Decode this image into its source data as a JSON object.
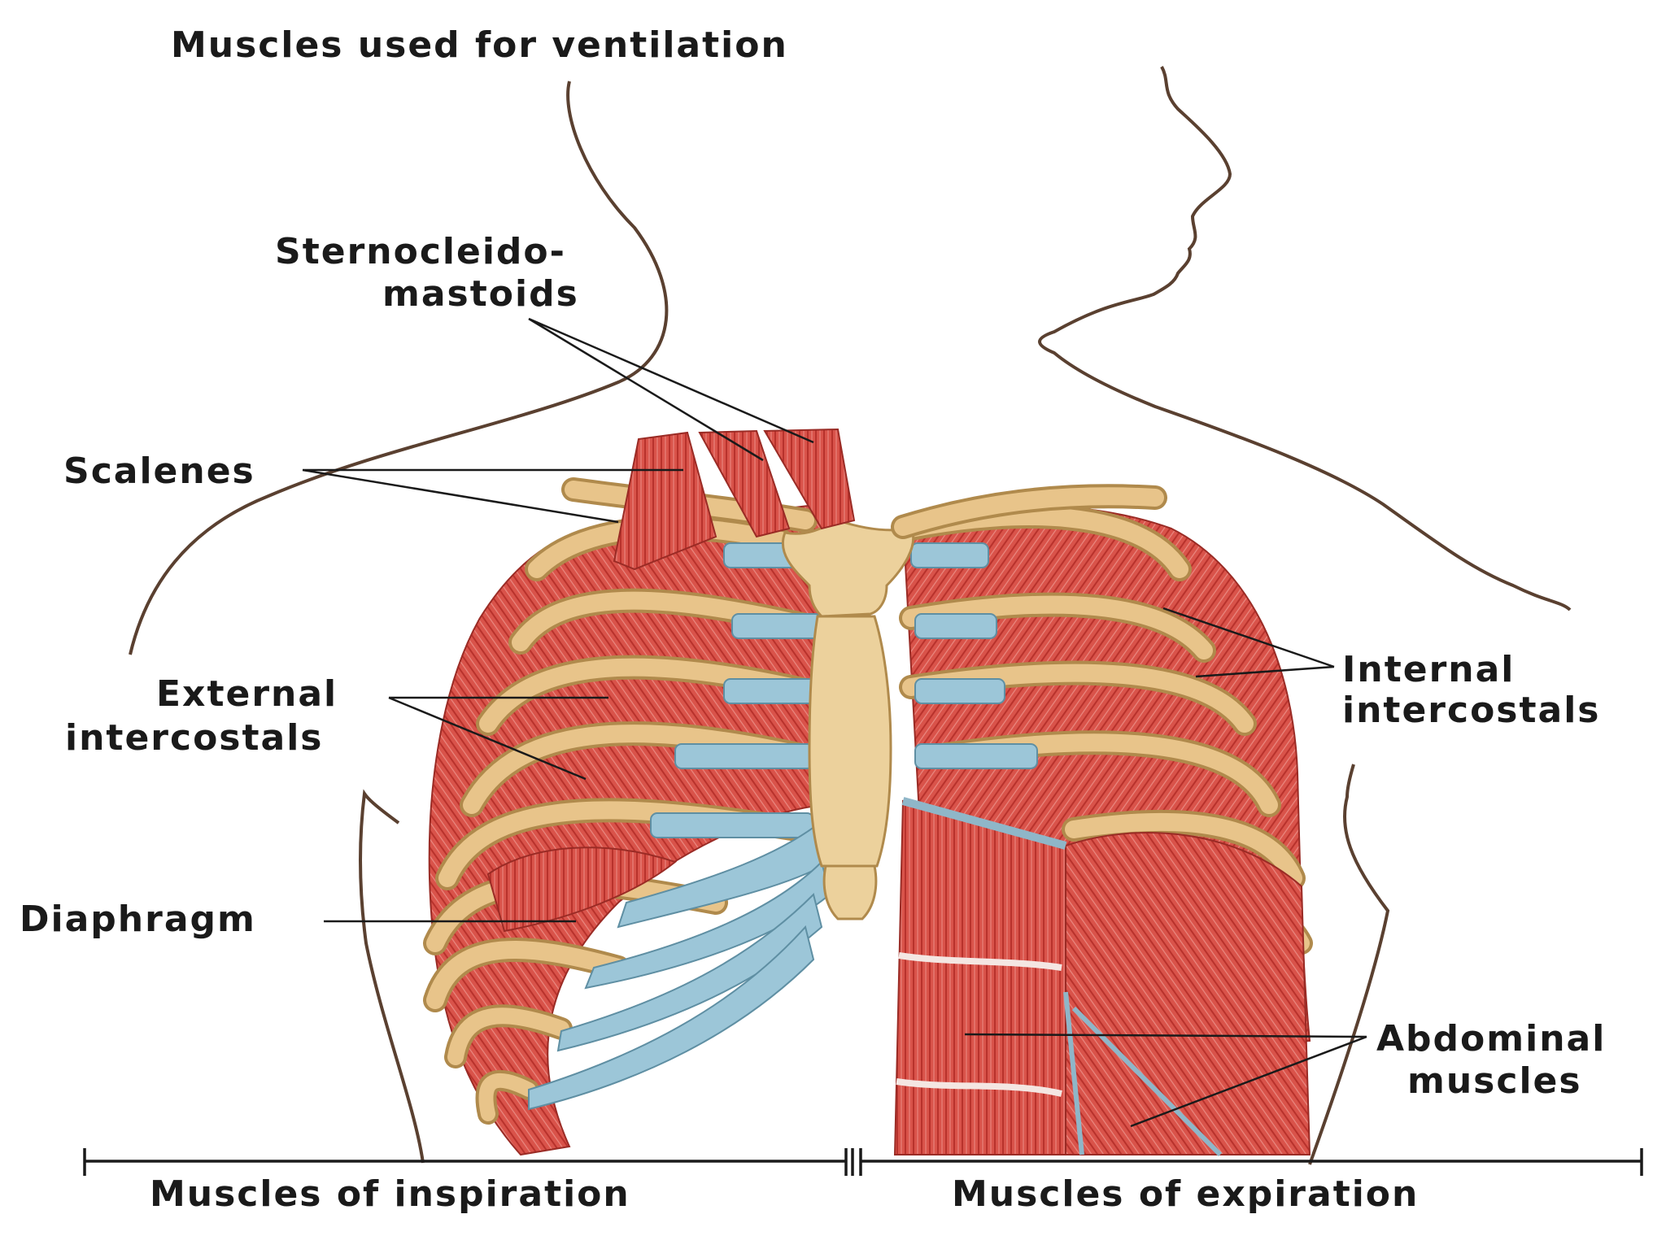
{
  "title": "Muscles used for ventilation",
  "labels": {
    "sternocleidomastoids_line1": "Sternocleido-",
    "sternocleidomastoids_line2": "mastoids",
    "scalenes": "Scalenes",
    "external_intercostals_line1": "External",
    "external_intercostals_line2": "intercostals",
    "diaphragm": "Diaphragm",
    "internal_intercostals_line1": "Internal",
    "internal_intercostals_line2": "intercostals",
    "abdominal_muscles_line1": "Abdominal",
    "abdominal_muscles_line2": "muscles"
  },
  "sections": {
    "inspiration": "Muscles of inspiration",
    "expiration": "Muscles of expiration"
  },
  "colors": {
    "muscle": "#d9534a",
    "muscle_dark": "#b8322c",
    "rib": "#e8c48a",
    "rib_edge": "#b08a4c",
    "cartilage": "#9cc6d8",
    "sternum": "#ecd19c",
    "outline": "#5a4030"
  }
}
